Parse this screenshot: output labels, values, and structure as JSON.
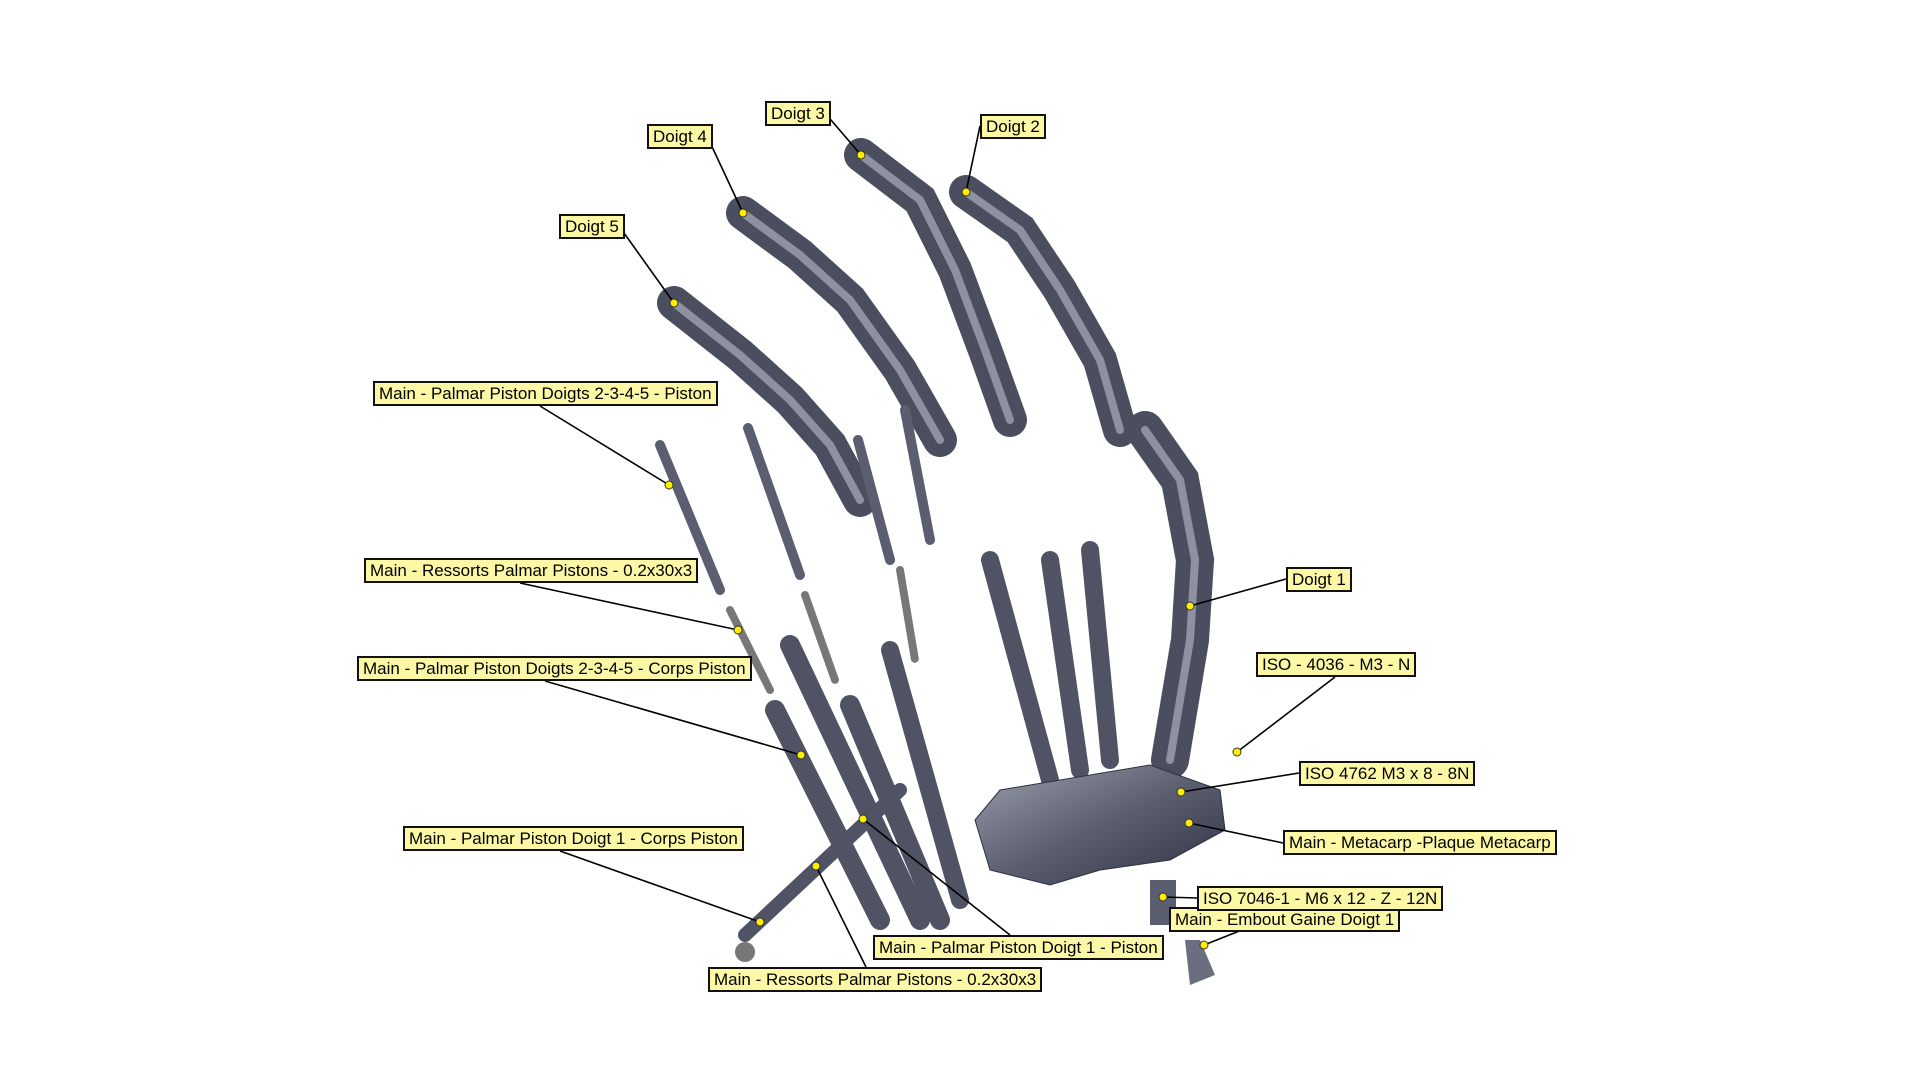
{
  "labels": {
    "doigt3": "Doigt 3",
    "doigt2": "Doigt 2",
    "doigt4": "Doigt 4",
    "doigt5": "Doigt 5",
    "piston2345": "Main - Palmar Piston Doigts 2-3-4-5 - Piston",
    "ressorts1": "Main - Ressorts Palmar Pistons - 0.2x30x3",
    "corps2345": "Main - Palmar Piston Doigts 2-3-4-5 - Corps Piston",
    "corpsDoigt1": "Main - Palmar Piston Doigt 1 - Corps Piston",
    "ressorts2": "Main - Ressorts Palmar Pistons - 0.2x30x3",
    "pistonDoigt1": "Main - Palmar Piston Doigt 1 - Piston",
    "doigt1": "Doigt 1",
    "iso4036": "ISO - 4036 - M3 - N",
    "iso4762": "ISO 4762 M3 x 8 - 8N",
    "metacarp": "Main - Metacarp -Plaque Metacarp",
    "iso7046": "ISO 7046-1 - M6 x 12 - Z - 12N",
    "embout": "Main - Embout Gaine Doigt 1"
  },
  "colors": {
    "label_bg": "#fdf8a6",
    "anchor": "#ffee00",
    "part": "#5a5e6e"
  }
}
